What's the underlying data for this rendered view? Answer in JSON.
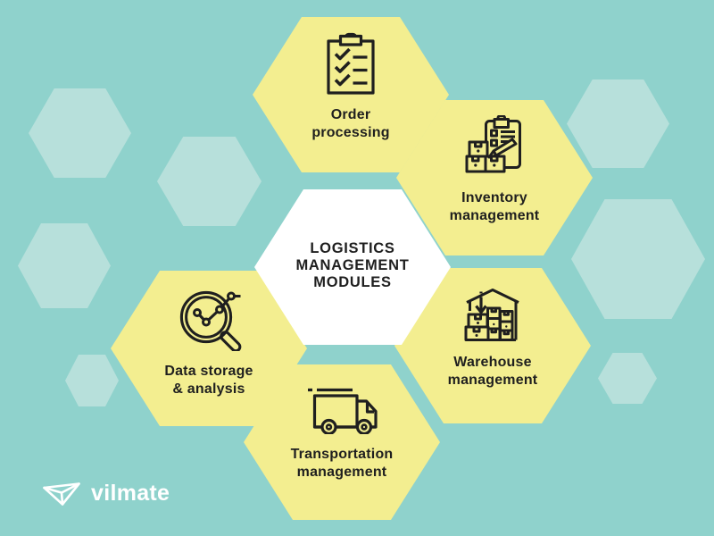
{
  "colors": {
    "background": "#8FD2CC",
    "hex_light": "#B7E0DB",
    "hex_yellow": "#F3EE90",
    "hex_white": "#FFFFFF",
    "ink": "#1F1F1F",
    "logo": "#FFFFFF"
  },
  "center": {
    "title": "LOGISTICS\nMANAGEMENT\nMODULES"
  },
  "modules": [
    {
      "id": "order-processing",
      "label": "Order\nprocessing",
      "icon": "checklist-clipboard-icon"
    },
    {
      "id": "inventory-management",
      "label": "Inventory\nmanagement",
      "icon": "inventory-clipboard-icon"
    },
    {
      "id": "warehouse-management",
      "label": "Warehouse\nmanagement",
      "icon": "warehouse-boxes-icon"
    },
    {
      "id": "transportation-management",
      "label": "Transportation\nmanagement",
      "icon": "delivery-truck-icon"
    },
    {
      "id": "data-storage-analysis",
      "label": "Data storage\n& analysis",
      "icon": "magnifier-chart-icon"
    }
  ],
  "logo": {
    "text": "vilmate",
    "icon": "vilmate-logo-icon"
  }
}
